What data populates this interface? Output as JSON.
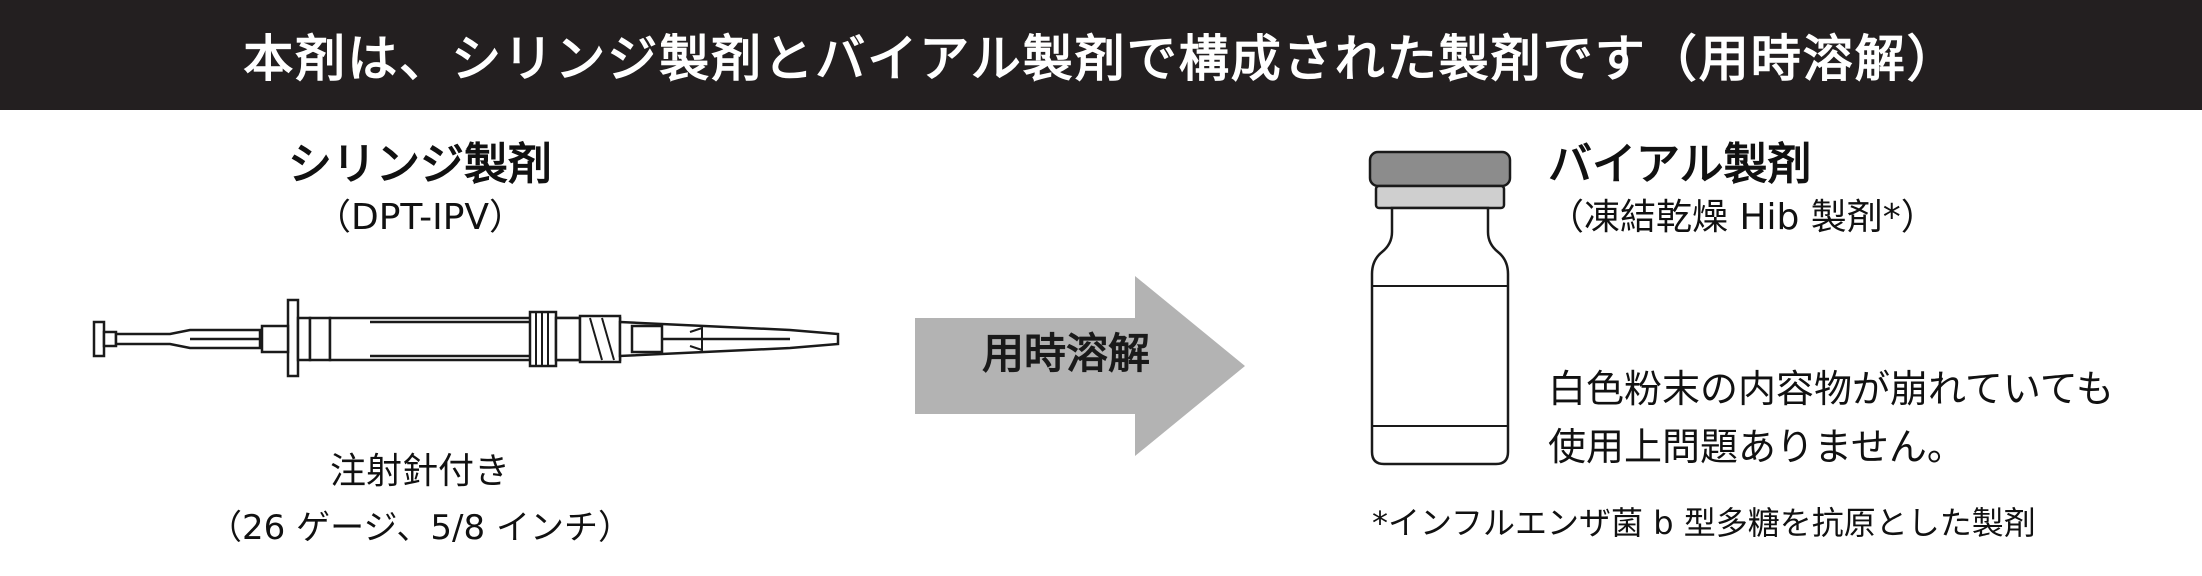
{
  "header": {
    "title": "本剤は、シリンジ製剤とバイアル製剤で構成された製剤です（用時溶解）"
  },
  "syringe": {
    "title": "シリンジ製剤",
    "subtitle": "（DPT-IPV）",
    "needle_label": "注射針付き",
    "needle_spec": "（26 ゲージ、5/8 インチ）"
  },
  "arrow": {
    "label": "用時溶解"
  },
  "vial": {
    "title": "バイアル製剤",
    "subtitle": "（凍結乾燥 Hib 製剤*）",
    "description_line1": "白色粉末の内容物が崩れていても",
    "description_line2": "使用上問題ありません。",
    "footnote": "*インフルエンザ菌 b 型多糖を抗原とした製剤"
  },
  "colors": {
    "header_bg": "#231f20",
    "header_text": "#ffffff",
    "arrow_fill": "#b3b3b3",
    "cap_dark": "#8c8c8c",
    "cap_light": "#cfcfcf"
  }
}
